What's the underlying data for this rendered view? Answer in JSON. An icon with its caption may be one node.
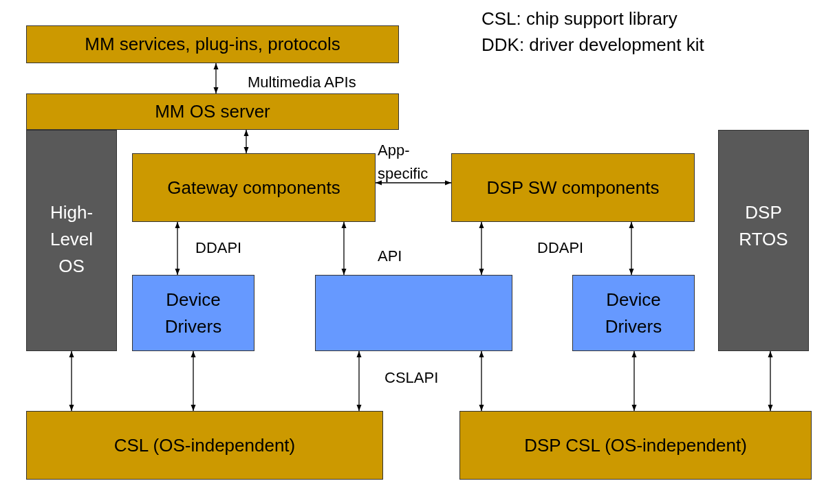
{
  "diagram": {
    "nodes": [
      {
        "text": [
          "MM services, plug-ins, protocols"
        ]
      },
      {
        "text": [
          "MM OS server"
        ]
      },
      {
        "text": [
          "High-Level OS"
        ]
      },
      {
        "text": [
          "Gateway components"
        ]
      },
      {
        "text": [
          "DSP SW components"
        ]
      },
      {
        "text": [
          "DSP RTOS"
        ]
      },
      {
        "text": [
          "Device Drivers"
        ]
      },
      {
        "text": [],
        "shape": "box"
      },
      {
        "text": [
          "Device Drivers"
        ]
      },
      {
        "text": [
          "CSL (OS-independent)"
        ]
      },
      {
        "text": [
          "DSP CSL (OS-independent)"
        ]
      }
    ],
    "edges": [
      {
        "from": 0,
        "to": 1,
        "arrow": "both",
        "label": "Multimedia APIs"
      },
      {
        "from": 1,
        "to": 3,
        "arrow": "both"
      },
      {
        "from": 3,
        "to": 4,
        "arrow": "both",
        "label": "App-specific"
      },
      {
        "from": 3,
        "to": 6,
        "arrow": "both",
        "label": "DDAPI"
      },
      {
        "from": 3,
        "to": 7,
        "arrow": "both",
        "label": "API"
      },
      {
        "from": 4,
        "to": 7,
        "arrow": "both"
      },
      {
        "from": 4,
        "to": 8,
        "arrow": "both",
        "label": "DDAPI"
      },
      {
        "from": 2,
        "to": 9,
        "arrow": "both"
      },
      {
        "from": 6,
        "to": 9,
        "arrow": "both"
      },
      {
        "from": 7,
        "to": 9,
        "arrow": "both",
        "label": "CSLAPI"
      },
      {
        "from": 7,
        "to": 10,
        "arrow": "both"
      },
      {
        "from": 8,
        "to": 10,
        "arrow": "both"
      },
      {
        "from": 5,
        "to": 10,
        "arrow": "both"
      }
    ],
    "labels": [
      "CSL: chip support library",
      "DDK: driver development kit"
    ]
  }
}
